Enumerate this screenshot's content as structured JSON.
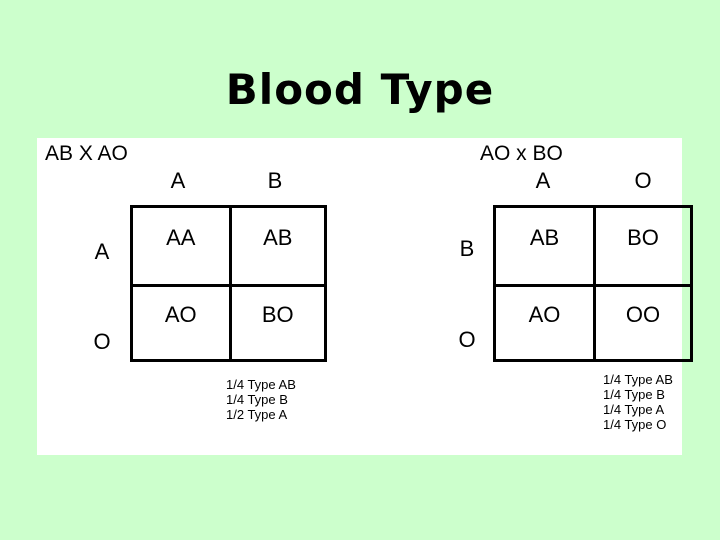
{
  "slide": {
    "title": "Blood Type",
    "background_color": "#ccffcc",
    "panel_color": "#ffffff"
  },
  "punnett_squares": [
    {
      "id": "left",
      "cross_label": "AB X AO",
      "column_headers": [
        "A",
        "B"
      ],
      "row_headers": [
        "A",
        "O"
      ],
      "cells": [
        [
          "AA",
          "AB"
        ],
        [
          "AO",
          "BO"
        ]
      ],
      "results": [
        "1/4 Type AB",
        "1/4 Type B",
        "1/2 Type A"
      ]
    },
    {
      "id": "right",
      "cross_label": "AO x BO",
      "column_headers": [
        "A",
        "O"
      ],
      "row_headers": [
        "B",
        "O"
      ],
      "cells": [
        [
          "AB",
          "BO"
        ],
        [
          "AO",
          "OO"
        ]
      ],
      "results": [
        "1/4 Type AB",
        "1/4 Type B",
        "1/4 Type A",
        "1/4 Type O"
      ]
    }
  ]
}
